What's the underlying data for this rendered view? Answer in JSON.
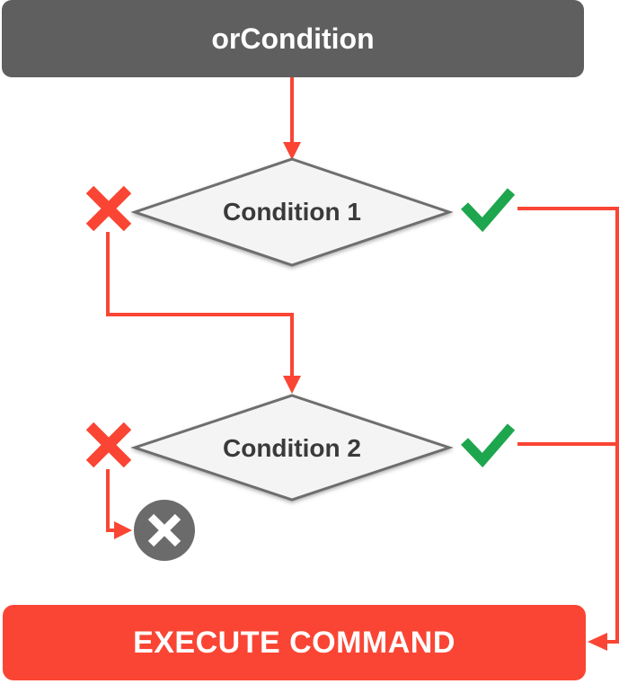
{
  "colors": {
    "header_gray": "#5f5f5f",
    "circle_gray": "#6b6b6b",
    "red": "#fa4534",
    "green": "#1ea64e",
    "diamond_fill": "#f4f4f4",
    "diamond_border": "#6e6e6e",
    "text_dark": "#3a3a3a",
    "white": "#ffffff"
  },
  "nodes": {
    "start": {
      "label": "orCondition"
    },
    "condition1": {
      "label": "Condition 1",
      "false_icon": "x-icon",
      "true_icon": "check-icon"
    },
    "condition2": {
      "label": "Condition 2",
      "false_icon": "x-icon",
      "true_icon": "check-icon"
    },
    "terminate": {
      "icon": "x-circle-icon"
    },
    "execute": {
      "label": "EXECUTE COMMAND"
    }
  }
}
